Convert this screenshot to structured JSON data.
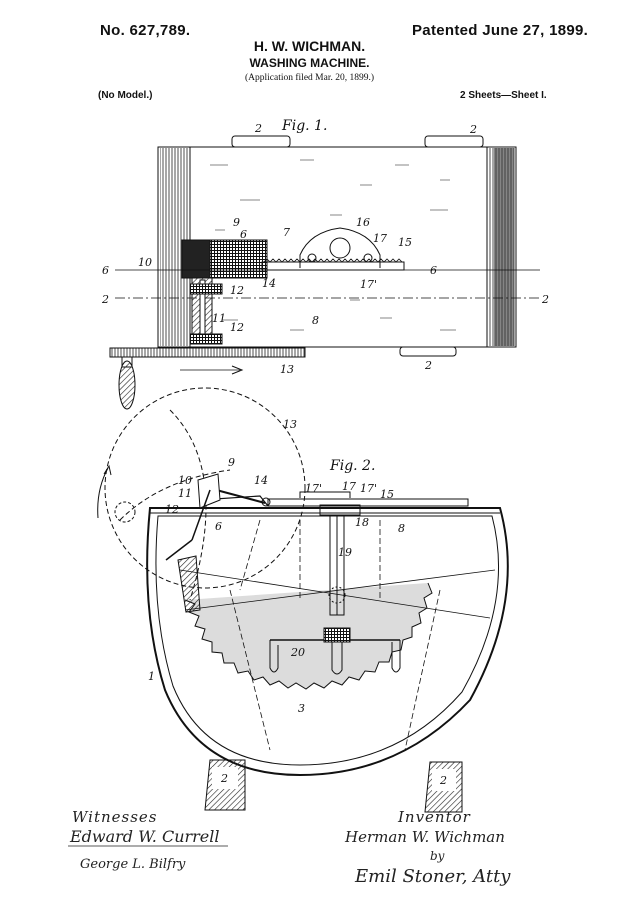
{
  "header": {
    "patent_number": "No. 627,789.",
    "patent_date": "Patented June 27, 1899.",
    "inventor": "H. W. WICHMAN.",
    "title": "WASHING MACHINE.",
    "application": "(Application filed Mar. 20, 1899.)",
    "model": "(No Model.)",
    "sheets": "2 Sheets—Sheet I."
  },
  "figures": {
    "fig1": "Fig. 1.",
    "fig2": "Fig. 2."
  },
  "ref_numerals": {
    "n1": "1",
    "n2": "2",
    "n3": "3",
    "n6": "6",
    "n7": "7",
    "n8": "8",
    "n9": "9",
    "n10": "10",
    "n11": "11",
    "n12": "12",
    "n13": "13",
    "n14": "14",
    "n15": "15",
    "n16": "16",
    "n17": "17",
    "n17p": "17'",
    "n18": "18",
    "n19": "19",
    "n20": "20"
  },
  "signatures": {
    "witnesses_label": "Witnesses",
    "witness1": "Edward W. Currell",
    "witness2": "George L. Bilfry",
    "inventor_label": "Inventor",
    "inventor_sig": "Herman W. Wichman",
    "by": "by",
    "attorney": "Emil Stoner, Atty"
  }
}
